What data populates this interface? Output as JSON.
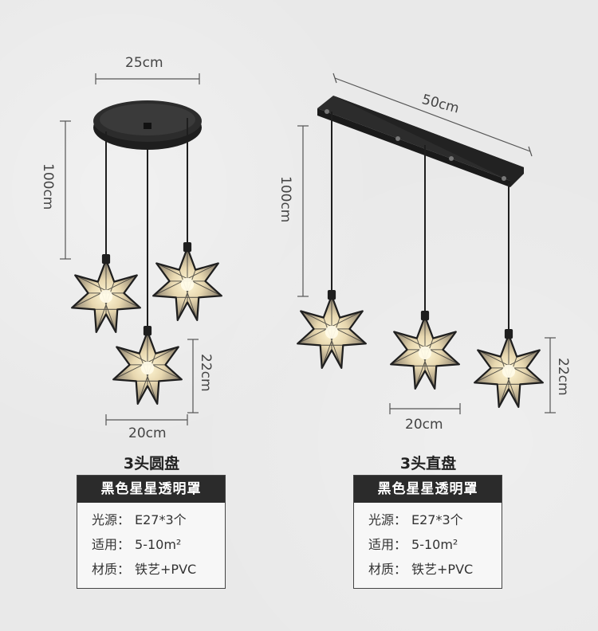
{
  "left": {
    "dims": {
      "width": "25cm",
      "height": "100cm",
      "shade_height": "22cm",
      "shade_width": "20cm"
    },
    "title": "3头圆盘",
    "card": {
      "header": "黑色星星透明罩",
      "rows": [
        {
          "key": "光源：",
          "value": "E27*3个"
        },
        {
          "key": "适用：",
          "value": "5-10m²"
        },
        {
          "key": "材质：",
          "value": "铁艺+PVC"
        }
      ]
    }
  },
  "right": {
    "dims": {
      "width": "50cm",
      "height": "100cm",
      "shade_height": "22cm",
      "shade_width": "20cm"
    },
    "title": "3头直盘",
    "card": {
      "header": "黑色星星透明罩",
      "rows": [
        {
          "key": "光源：",
          "value": "E27*3个"
        },
        {
          "key": "适用：",
          "value": "5-10m²"
        },
        {
          "key": "材质：",
          "value": "铁艺+PVC"
        }
      ]
    }
  },
  "colors": {
    "fixture": "#1e1e1e",
    "shade_glass": "#c8b89a",
    "card_header": "#2b2b2b",
    "glow": "#fff3c4"
  }
}
